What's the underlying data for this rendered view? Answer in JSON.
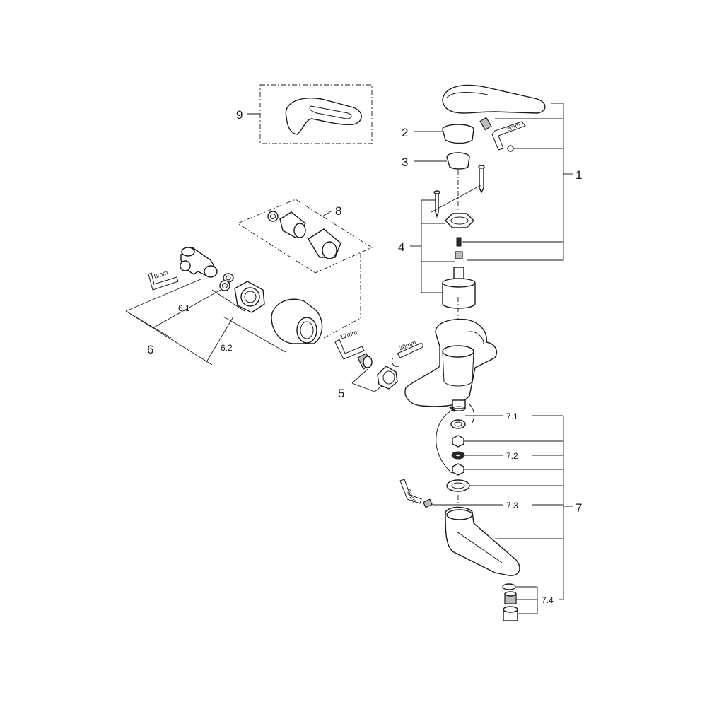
{
  "callouts": {
    "c1": "1",
    "c2": "2",
    "c3": "3",
    "c4": "4",
    "c5": "5",
    "c6": "6",
    "c61": "6.1",
    "c62": "6.2",
    "c7": "7",
    "c71": "7.1",
    "c72": "7.2",
    "c73": "7.3",
    "c74": "7.4",
    "c8": "8",
    "c9": "9"
  },
  "tools": {
    "hex_3mm_top": "3mm",
    "hex_8mm": "8mm",
    "hex_12mm": "12mm",
    "wrench_30mm": "30mm",
    "hex_3mm_spout": "3mm"
  }
}
